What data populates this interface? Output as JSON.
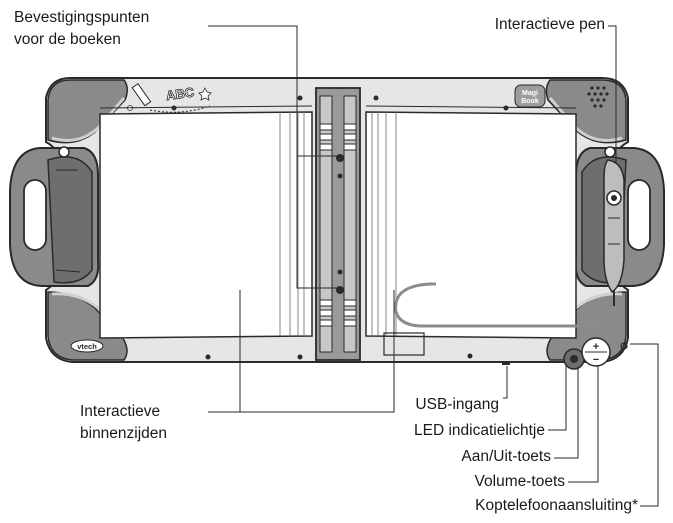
{
  "labels": {
    "mounting_points_line1": "Bevestigingspunten",
    "mounting_points_line2": "voor de boeken",
    "interactive_pen": "Interactieve pen",
    "inner_sides_line1": "Interactieve",
    "inner_sides_line2": "binnenzijden",
    "usb_port": "USB-ingang",
    "led_light": "LED indicatielichtje",
    "power_button": "Aan/Uit-toets",
    "volume_button": "Volume-toets",
    "headphone_jack": "Koptelefoonaansluiting*"
  },
  "device": {
    "logo_left": "vtech",
    "logo_right_line1": "Magi",
    "logo_right_line2": "Book",
    "sticker_text": "ABC",
    "volume_plus": "+",
    "volume_minus": "−",
    "body_color": "#e6e6e6",
    "end_cap_color": "#8a8a8a",
    "spine_color": "#9a9a9a",
    "outline_color": "#2a2a2a"
  }
}
